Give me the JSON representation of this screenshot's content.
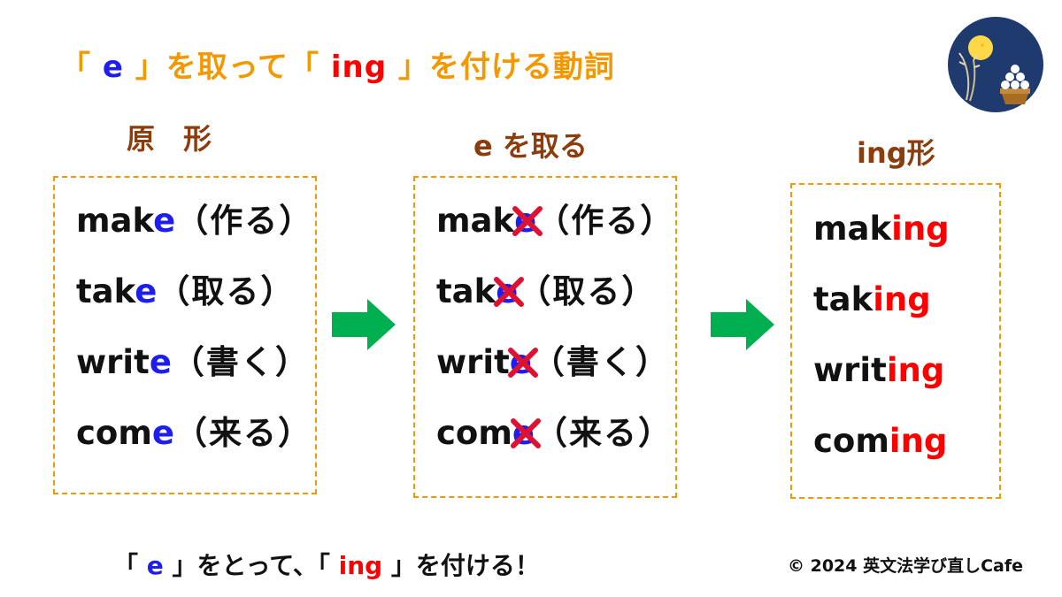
{
  "title": {
    "part1": "「 ",
    "e": "e",
    "part2": " 」を取って「 ",
    "ing": "ing",
    "part3": " 」を付ける動詞"
  },
  "columns": {
    "base": "原　形",
    "remove_e": "e を取る",
    "ing_form": "ing形"
  },
  "base_words": [
    {
      "stem": "mak",
      "e": "e",
      "gloss": "（作る）"
    },
    {
      "stem": "tak",
      "e": "e",
      "gloss": "（取る）"
    },
    {
      "stem": "writ",
      "e": "e",
      "gloss": "（書く）"
    },
    {
      "stem": "com",
      "e": "e",
      "gloss": "（来る）"
    }
  ],
  "removed_words": [
    {
      "stem": "mak",
      "e": "e",
      "gloss": "（作る）"
    },
    {
      "stem": "tak",
      "e": "e",
      "gloss": "（取る）"
    },
    {
      "stem": "writ",
      "e": "e",
      "gloss": "（書く）"
    },
    {
      "stem": "com",
      "e": "e",
      "gloss": "（来る）"
    }
  ],
  "ing_words": [
    {
      "stem": "mak",
      "ing": "ing"
    },
    {
      "stem": "tak",
      "ing": "ing"
    },
    {
      "stem": "writ",
      "ing": "ing"
    },
    {
      "stem": "com",
      "ing": "ing"
    }
  ],
  "footer": {
    "part1": "「 ",
    "e": "e",
    "part2": " 」をとって、「 ",
    "ing": "ing",
    "part3": " 」を付ける！"
  },
  "copyright": "© 2024  英文法学び直しCafe",
  "colors": {
    "title": "#f39800",
    "heading": "#8c3d0e",
    "e_highlight": "#1d1df0",
    "ing_highlight": "#ff0000",
    "box_border": "#f39800",
    "arrow": "#00b050",
    "cross": "#e01030"
  },
  "icons": {
    "arrow": "right-arrow-icon",
    "cross": "x-mark-icon",
    "moon": "moon-viewing-icon"
  }
}
